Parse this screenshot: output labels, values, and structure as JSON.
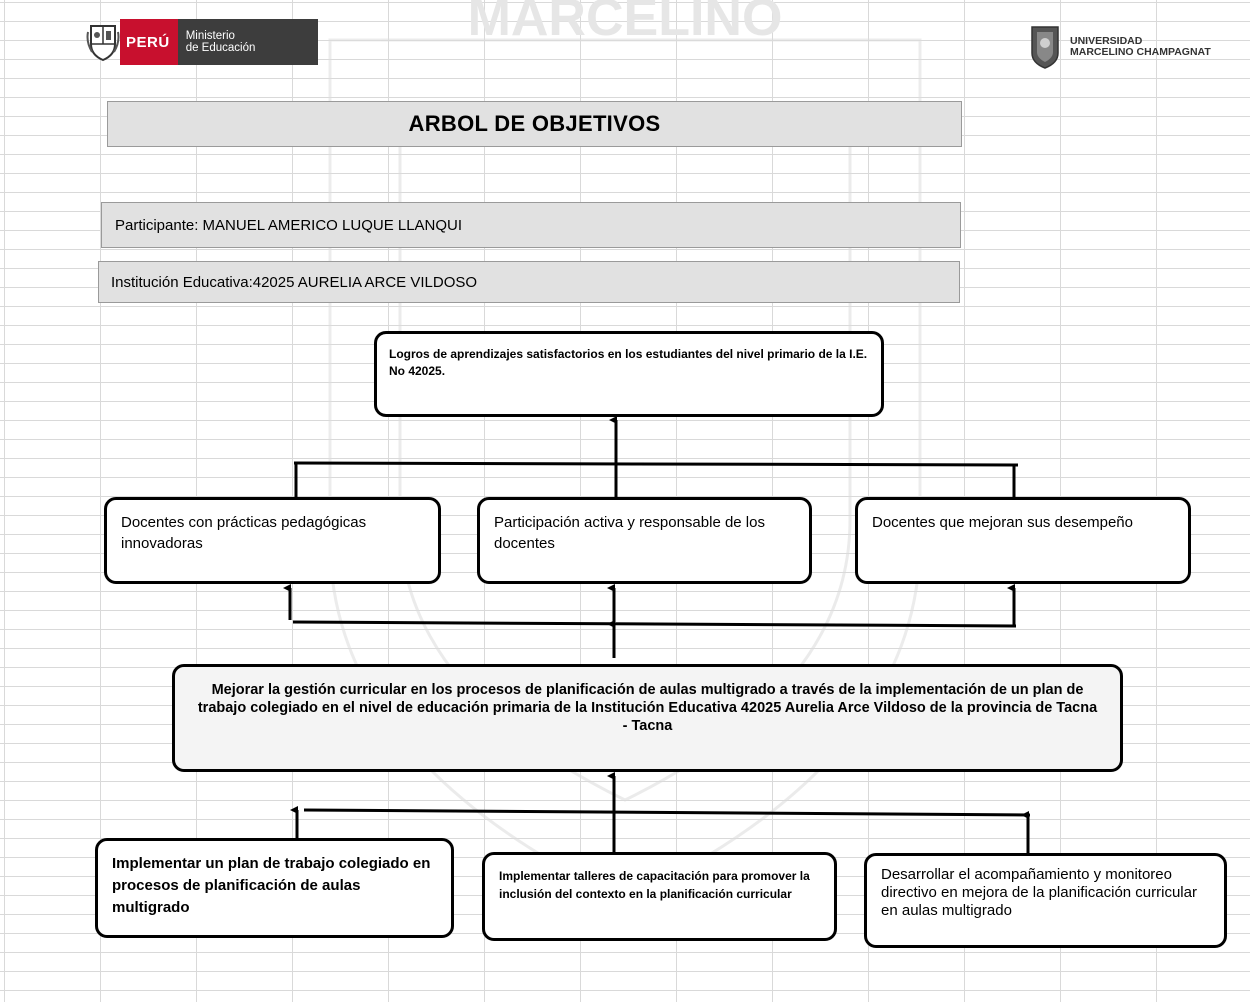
{
  "header": {
    "peru_label": "PERÚ",
    "ministry_line1": "Ministerio",
    "ministry_line2": "de Educación",
    "university_line1": "UNIVERSIDAD",
    "university_line2": "MARCELINO CHAMPAGNAT"
  },
  "watermark": {
    "text": "MARCELINO"
  },
  "title": "ARBOL DE OBJETIVOS",
  "participant": "Participante: MANUEL AMERICO LUQUE LLANQUI",
  "institution": "Institución Educativa:42025 AURELIA ARCE VILDOSO",
  "goal": "Logros de aprendizajes satisfactorios en los estudiantes del nivel primario de la I.E. No 42025.",
  "results": [
    "Docentes con prácticas pedagógicas innovadoras",
    "Participación activa y responsable de los docentes",
    "Docentes que mejoran sus desempeño"
  ],
  "purpose": "Mejorar la gestión curricular en los procesos de planificación de aulas multigrado a través de la implementación de un plan de trabajo colegiado en el nivel de educación primaria de la Institución Educativa 42025 Aurelia Arce Vildoso de la provincia de Tacna - Tacna",
  "means": [
    "Implementar un plan de trabajo colegiado en procesos de planificación de aulas multigrado",
    "Implementar talleres de capacitación para promover la inclusión del contexto en la planificación curricular",
    "Desarrollar el acompañamiento y monitoreo directivo en mejora de la planificación curricular en aulas multigrado"
  ],
  "colors": {
    "peru_red": "#c8102e",
    "ministry_grey": "#3d3d3d",
    "banner_grey": "#e1e1e1",
    "grid_line": "#d9d9d9"
  }
}
